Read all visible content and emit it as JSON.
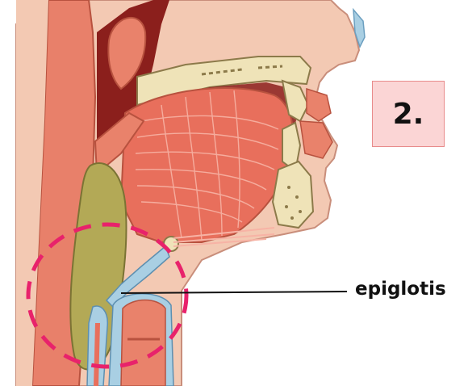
{
  "diagram": {
    "step_number": "2.",
    "labels": {
      "epiglotis": "epiglotis"
    },
    "colors": {
      "tissue": "#f3c9b3",
      "muscle": "#e86f5c",
      "muscle_light": "#f7a89a",
      "cavity": "#8b1f1c",
      "bone": "#efe3b8",
      "cartilage_blue": "#a9cfe3",
      "bolus": "#b3a956",
      "highlight_circle": "#e8226b",
      "badge_bg": "#fbd5d5",
      "badge_border": "#e88b8b"
    },
    "icons": [
      "highlight-dashed-circle",
      "leader-line"
    ]
  }
}
